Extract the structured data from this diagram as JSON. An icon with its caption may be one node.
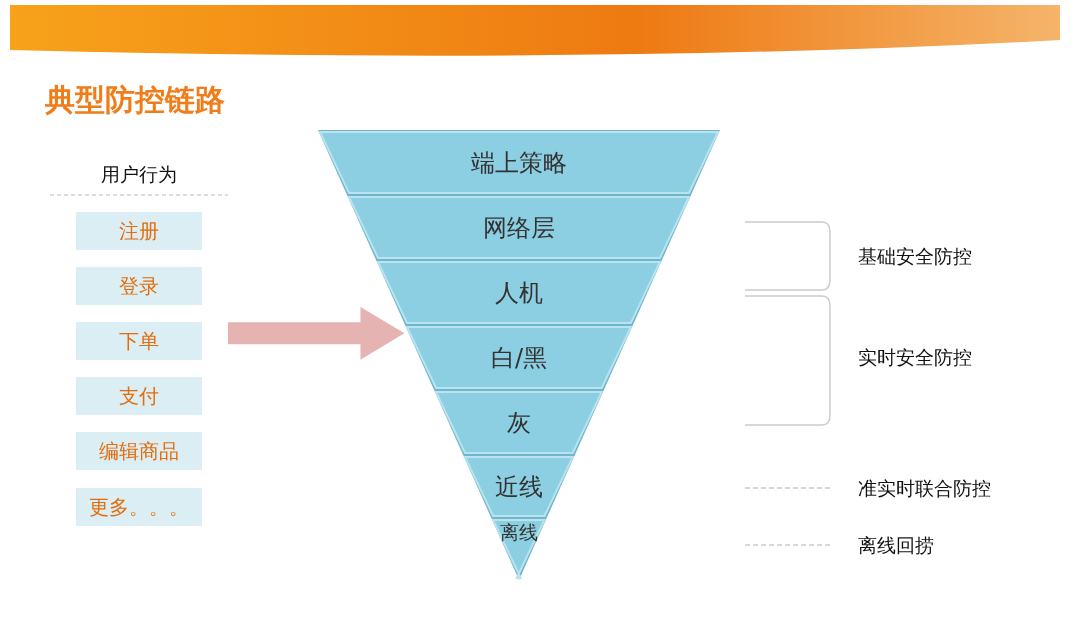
{
  "diagram": {
    "title": "典型防控链路",
    "nodes": [
      {
        "text": [
          "用户行为"
        ]
      },
      {
        "text": [
          "注册"
        ],
        "in": 0
      },
      {
        "text": [
          "登录"
        ],
        "in": 0
      },
      {
        "text": [
          "下单"
        ],
        "in": 0
      },
      {
        "text": [
          "支付"
        ],
        "in": 0
      },
      {
        "text": [
          "编辑商品"
        ],
        "in": 0
      },
      {
        "text": [
          "更多。。。"
        ],
        "in": 0
      },
      {
        "text": [],
        "shape": "triangle"
      },
      {
        "text": [
          "端上策略"
        ],
        "in": 7
      },
      {
        "text": [
          "网络层"
        ],
        "in": 7
      },
      {
        "text": [
          "人机"
        ],
        "in": 7
      },
      {
        "text": [
          "白/黑"
        ],
        "in": 7
      },
      {
        "text": [
          "灰"
        ],
        "in": 7
      },
      {
        "text": [
          "近线"
        ],
        "in": 7
      },
      {
        "text": [
          "离线"
        ],
        "in": 7
      }
    ],
    "edges": [
      {
        "from": 0,
        "to": 7,
        "arrow": "to",
        "color": "#e6b3b3"
      }
    ],
    "labels": [
      "基础安全防控",
      "实时安全防控",
      "准实时联合防控",
      "离线回捞"
    ]
  }
}
